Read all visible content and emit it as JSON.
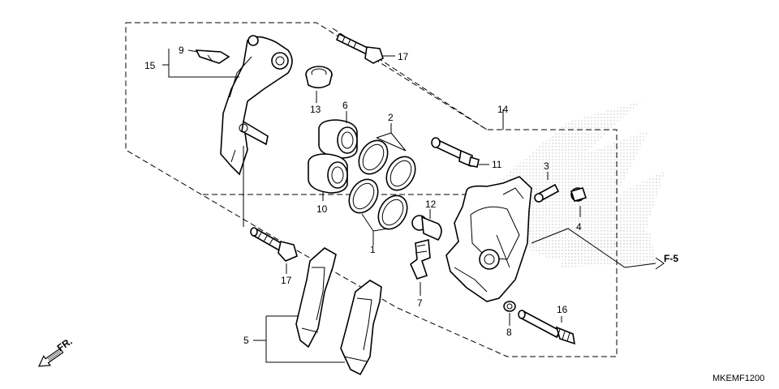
{
  "callouts": {
    "p1": "1",
    "p2": "2",
    "p3": "3",
    "p4": "4",
    "p5": "5",
    "p6": "6",
    "p7": "7",
    "p8": "8",
    "p9": "9",
    "p10": "10",
    "p11": "11",
    "p12": "12",
    "p13": "13",
    "p14": "14",
    "p15": "15",
    "p16": "16",
    "p17a": "17",
    "p17b": "17"
  },
  "ref_label": "F-5",
  "direction_label": "FR.",
  "diagram_code": "MKEMF1200",
  "colors": {
    "line": "#000000",
    "background": "#ffffff",
    "watermark": "#b8b8b8"
  }
}
